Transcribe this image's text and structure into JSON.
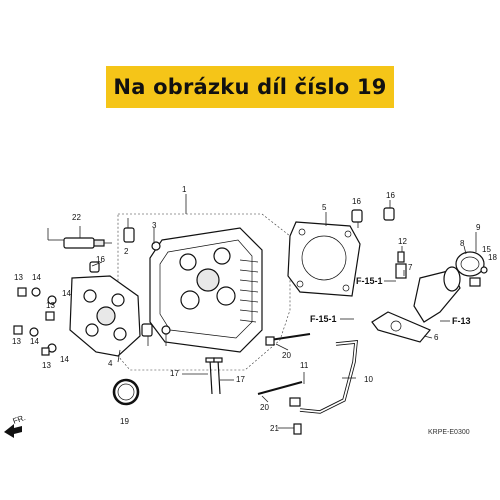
{
  "banner": {
    "text": "Na obrázku díl číslo 19",
    "color": "#f5c518"
  },
  "callouts": [
    "1",
    "2",
    "3",
    "4",
    "5",
    "6",
    "7",
    "8",
    "9",
    "10",
    "11",
    "12",
    "13",
    "14",
    "15",
    "16",
    "17",
    "18",
    "19",
    "20",
    "21",
    "22"
  ],
  "refs": {
    "f15_1": "F-15-1",
    "f13": "F-13"
  },
  "direction_label": "FR.",
  "diagram_code": "KRPE-E0300",
  "highlighted_part": "19"
}
